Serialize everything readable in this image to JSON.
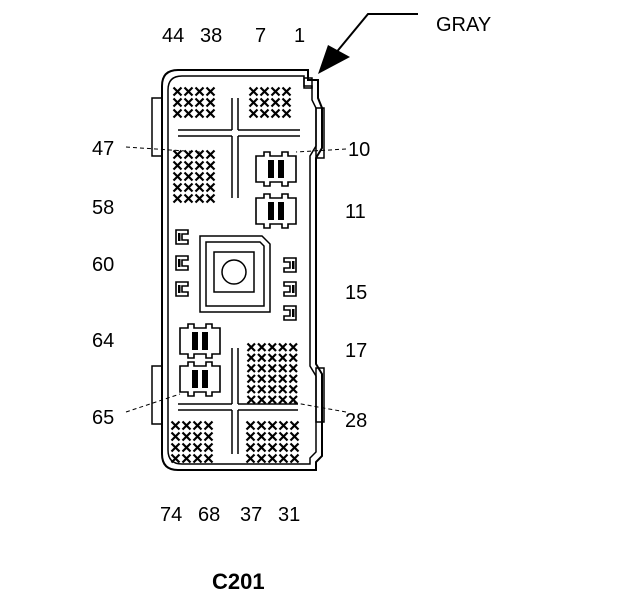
{
  "connector": {
    "name": "C201",
    "color_label": "GRAY"
  },
  "pin_labels": {
    "top": [
      "44",
      "38",
      "7",
      "1"
    ],
    "left": [
      "47",
      "58",
      "60",
      "64",
      "65"
    ],
    "right": [
      "10",
      "11",
      "15",
      "17",
      "28"
    ],
    "bottom": [
      "74",
      "68",
      "37",
      "31"
    ]
  },
  "colors": {
    "stroke": "#000000",
    "background": "#ffffff"
  }
}
